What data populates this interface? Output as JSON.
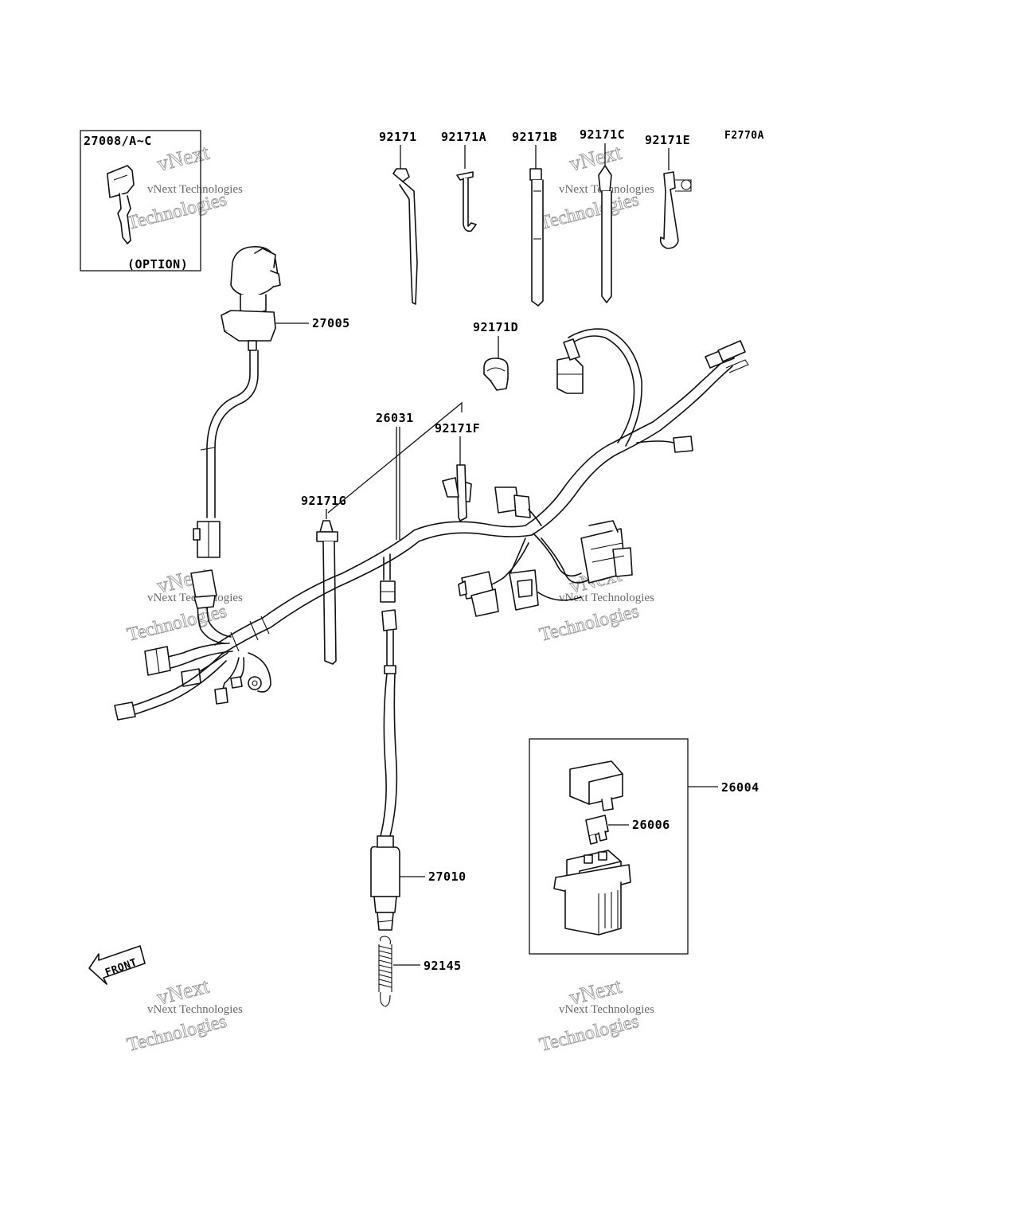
{
  "diagram_code": "F2770A",
  "watermark": {
    "line1": "vNext",
    "line2": "vNext Technologies",
    "line3": "Technologies"
  },
  "parts": {
    "key": "27008/A~C",
    "key_option": "(OPTION)",
    "ignition_switch": "27005",
    "clamp_92171": "92171",
    "clamp_92171a": "92171A",
    "clamp_92171b": "92171B",
    "clamp_92171c": "92171C",
    "clamp_92171e": "92171E",
    "clamp_92171d": "92171D",
    "clamp_92171f": "92171F",
    "clamp_92171g": "92171G",
    "wire_harness": "26031",
    "relay_assy": "26004",
    "fuse": "26006",
    "brake_switch": "27010",
    "spring": "92145"
  },
  "front_label": "FRONT"
}
